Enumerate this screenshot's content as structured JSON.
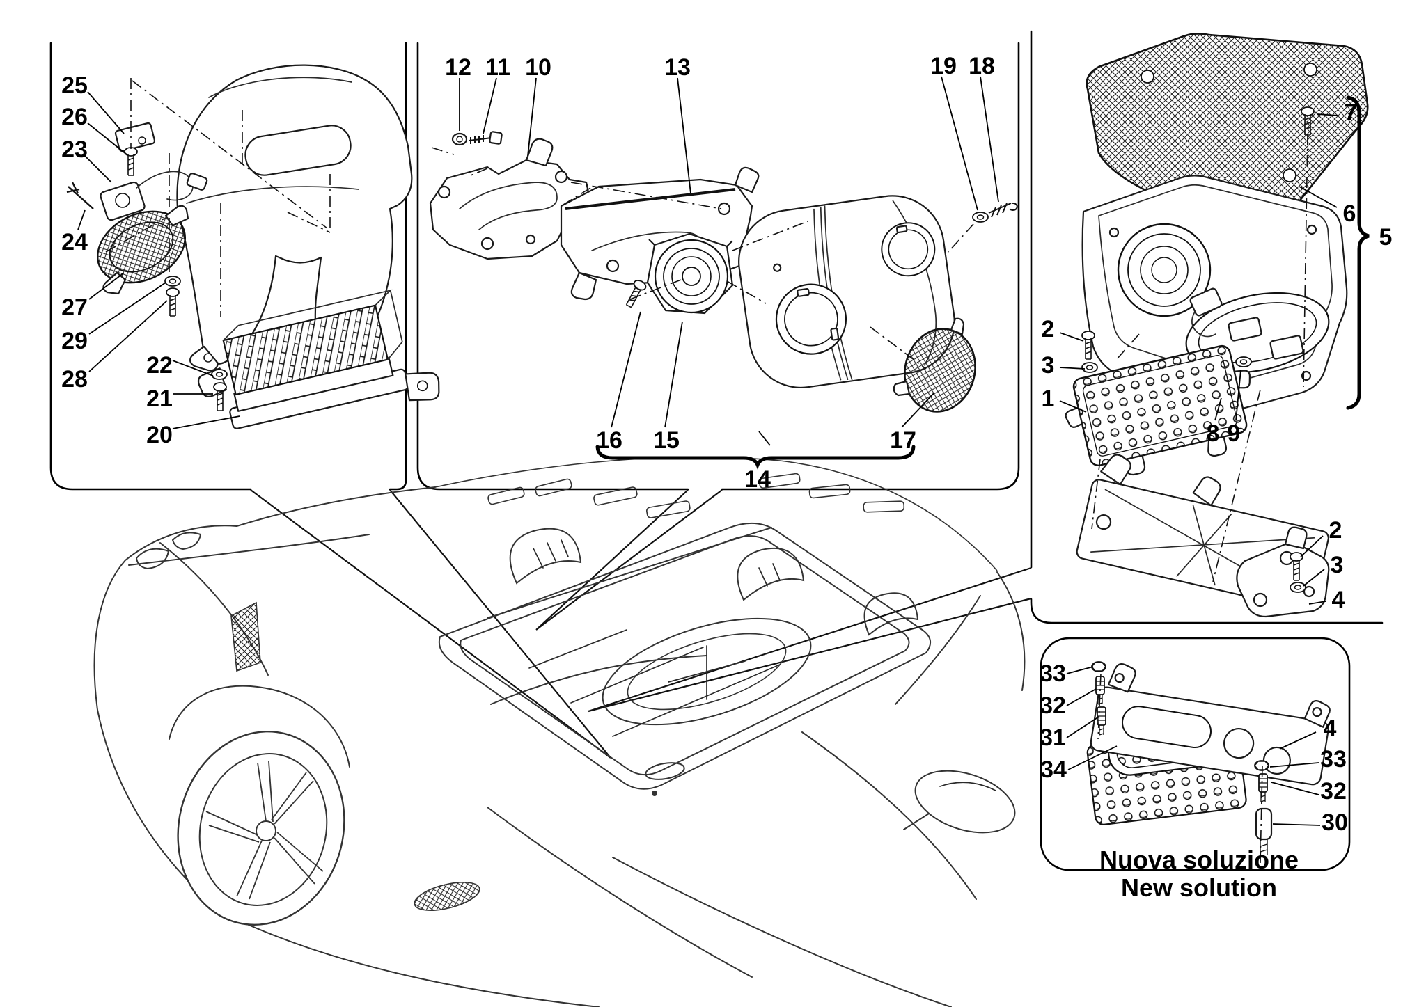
{
  "figure": {
    "type": "exploded-parts-diagram",
    "subject": "convertible sports car hi-fi audio system — speakers, amplifier and brackets",
    "callouts": {
      "c1": "1",
      "c2": "2",
      "c3": "3",
      "c4": "4",
      "c5": "5",
      "c6": "6",
      "c7": "7",
      "c8": "8",
      "c9": "9",
      "c10": "10",
      "c11": "11",
      "c12": "12",
      "c13": "13",
      "c14": "14",
      "c15": "15",
      "c16": "16",
      "c17": "17",
      "c18": "18",
      "c19": "19",
      "c20": "20",
      "c21": "21",
      "c22": "22",
      "c23": "23",
      "c24": "24",
      "c25": "25",
      "c26": "26",
      "c27": "27",
      "c28": "28",
      "c29": "29",
      "c30": "30",
      "c31": "31",
      "c32": "32",
      "c33": "33",
      "c34": "34"
    },
    "notes": {
      "primary": "Nuova soluzione",
      "secondary": "New solution"
    }
  }
}
